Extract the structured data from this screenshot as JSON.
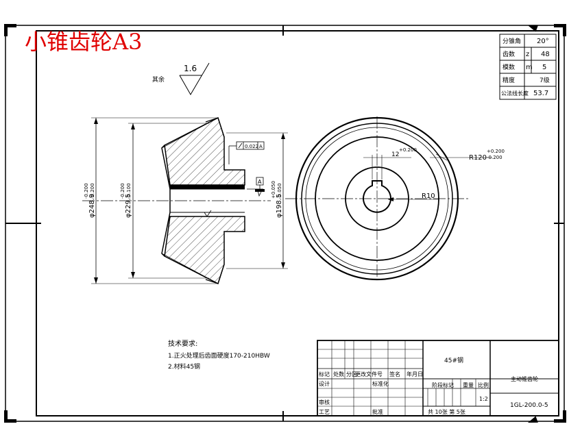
{
  "title": "小锥齿轮A3",
  "surface_finish": {
    "label": "其余",
    "value": "1.6"
  },
  "gear_params": [
    {
      "name": "分锥角",
      "sym": "",
      "value": "20°"
    },
    {
      "name": "齿数",
      "sym": "z",
      "value": "48"
    },
    {
      "name": "模数",
      "sym": "m",
      "value": "5"
    },
    {
      "name": "精度",
      "sym": "",
      "value": "7级"
    },
    {
      "name": "公法线长度",
      "sym": "",
      "value": "53.7"
    }
  ],
  "dimensions": {
    "d_outer": "φ248.9",
    "d_outer_tol_upper": "-0.200",
    "d_outer_tol_lower": "-0.200",
    "d_pitch": "φ229.5",
    "d_pitch_tol_upper": "-0.200",
    "d_pitch_tol_lower": "-0.100",
    "d_hub": "φ198.5",
    "d_hub_tol_upper": "+0.050",
    "d_hub_tol_lower": "-0.050",
    "keyway": "12",
    "keyway_tol": "+0.200",
    "radius_outer": "R120",
    "radius_outer_tol_upper": "+0.200",
    "radius_outer_tol_lower": "-0.200",
    "radius_bore": "R10",
    "tolerance_frame": "0.022",
    "tolerance_datum": "A",
    "datum_label": "A"
  },
  "tech_requirements": {
    "heading": "技术要求:",
    "items": [
      "1.正火处理后齿面硬度170-210HBW",
      "2.材料45钢"
    ]
  },
  "title_block": {
    "material": "45#钢",
    "part_name": "主动锥齿轮",
    "drawing_no": "1GL-200.0-5",
    "scale": "1:2",
    "scale_header": "比例",
    "weight_header": "重量",
    "stage_header": "阶段标记",
    "sheets": "共 10张 第 5张",
    "rev_headers": [
      "标记",
      "处数",
      "分区",
      "更改文件号",
      "签名",
      "年月日"
    ],
    "row_labels": [
      "设计",
      "审核",
      "工艺"
    ],
    "std_label": "标准化",
    "approve_label": "批准"
  }
}
